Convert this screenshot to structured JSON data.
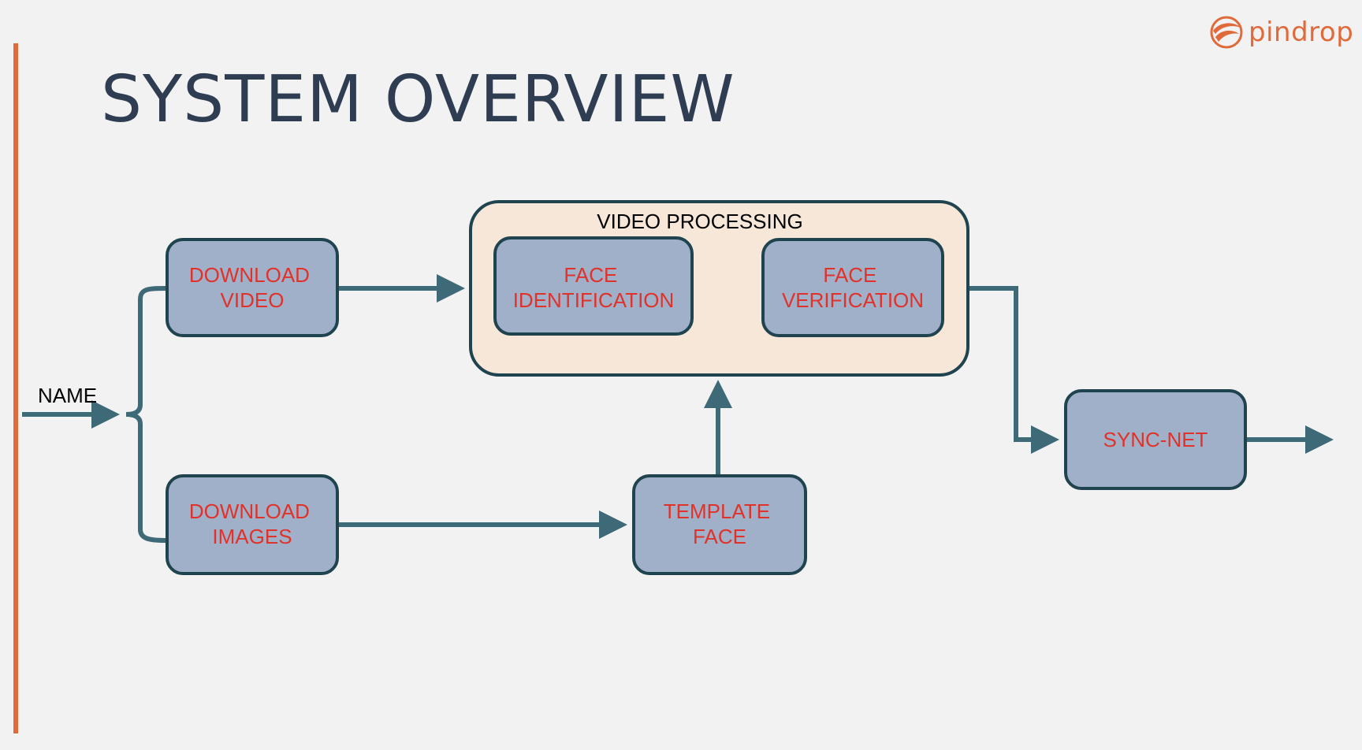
{
  "slide": {
    "title": "SYSTEM OVERVIEW",
    "brand": "pindrop"
  },
  "colors": {
    "accent": "#e06a3a",
    "title": "#2f3d52",
    "box_fill": "#a1b0c9",
    "box_stroke": "#1f4450",
    "group_fill": "#f6e7d8",
    "connector": "#3e6a78",
    "node_text": "#e0322a"
  },
  "diagram": {
    "input_label": "NAME",
    "group_label": "VIDEO PROCESSING",
    "nodes": {
      "download_video": [
        "DOWNLOAD",
        "VIDEO"
      ],
      "download_images": [
        "DOWNLOAD",
        "IMAGES"
      ],
      "face_identification": [
        "FACE",
        "IDENTIFICATION"
      ],
      "face_verification": [
        "FACE",
        "VERIFICATION"
      ],
      "template_face": [
        "TEMPLATE",
        "FACE"
      ],
      "sync_net": [
        "SYNC-NET"
      ]
    }
  }
}
